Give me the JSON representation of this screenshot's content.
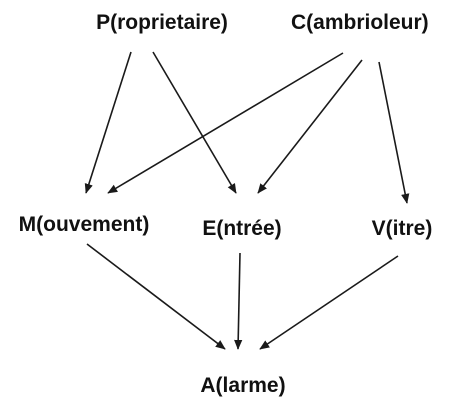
{
  "nodes": {
    "p": "P(roprietaire)",
    "c": "C(ambrioleur)",
    "m": "M(ouvement)",
    "e": "E(ntrée)",
    "v": "V(itre)",
    "a": "A(larme)"
  },
  "edges": [
    {
      "from": "p",
      "to": "m"
    },
    {
      "from": "p",
      "to": "e"
    },
    {
      "from": "c",
      "to": "m"
    },
    {
      "from": "c",
      "to": "e"
    },
    {
      "from": "c",
      "to": "v"
    },
    {
      "from": "m",
      "to": "a"
    },
    {
      "from": "e",
      "to": "a"
    },
    {
      "from": "v",
      "to": "a"
    }
  ],
  "colors": {
    "ink": "#111111",
    "background": "#ffffff"
  }
}
